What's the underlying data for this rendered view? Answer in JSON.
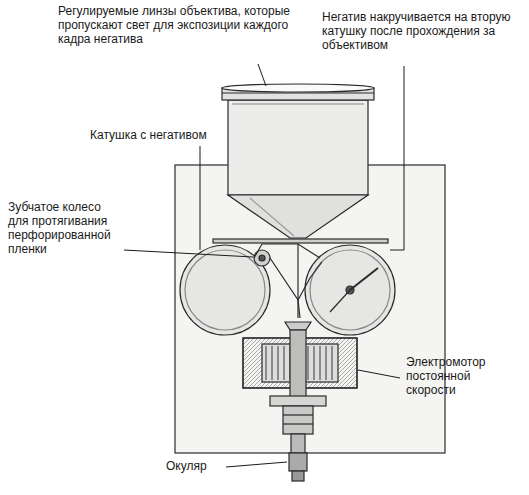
{
  "diagram": {
    "labels": [
      "Регулируемые линзы объектива, которые пропускают свет для экспозиции каждого кадра негатива",
      "Негатив накручивается на вторую катушку после прохождения за объективом",
      "Катушка с негативом",
      "Зубчатое колесо для протягивания перфорированной пленки",
      "Электромотор постоянной скорости",
      "Окуляр"
    ]
  }
}
